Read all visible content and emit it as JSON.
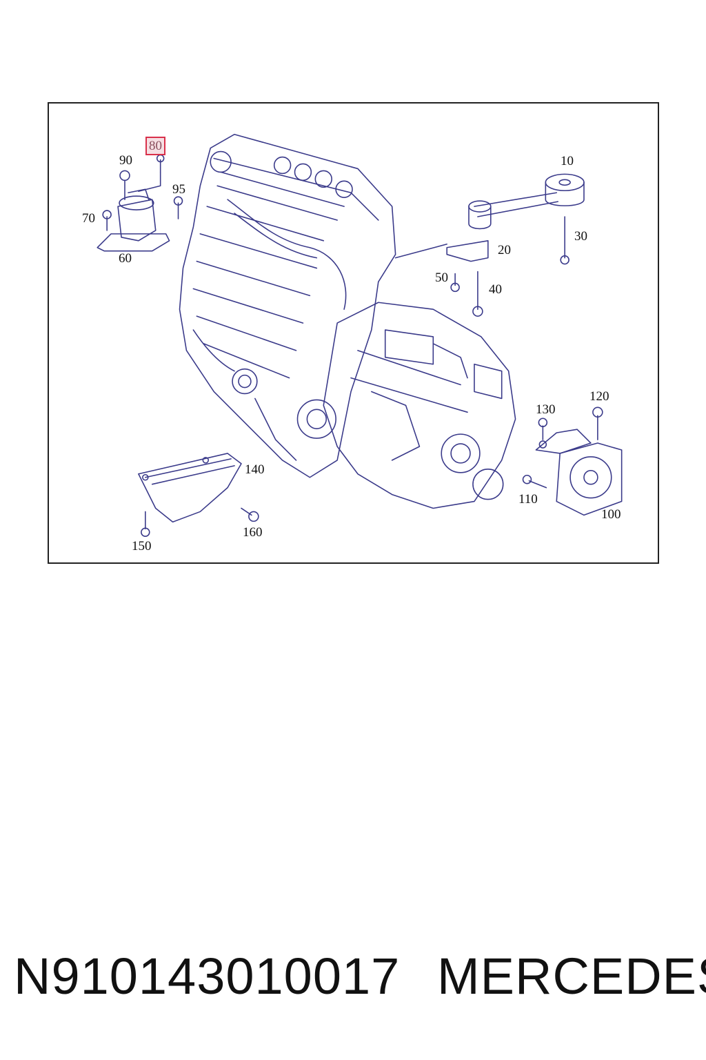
{
  "diagram": {
    "callouts": {
      "c10": "10",
      "c20": "20",
      "c30": "30",
      "c40": "40",
      "c50": "50",
      "c60": "60",
      "c70": "70",
      "c80": "80",
      "c90": "90",
      "c95": "95",
      "c100": "100",
      "c110": "110",
      "c120": "120",
      "c130": "130",
      "c140": "140",
      "c150": "150",
      "c160": "160"
    },
    "highlighted_callout": "80",
    "line_color": "#3a3a8a",
    "highlight_color": "#d9304a"
  },
  "footer": {
    "part_number": "N910143010017",
    "brand": "MERCEDES"
  }
}
